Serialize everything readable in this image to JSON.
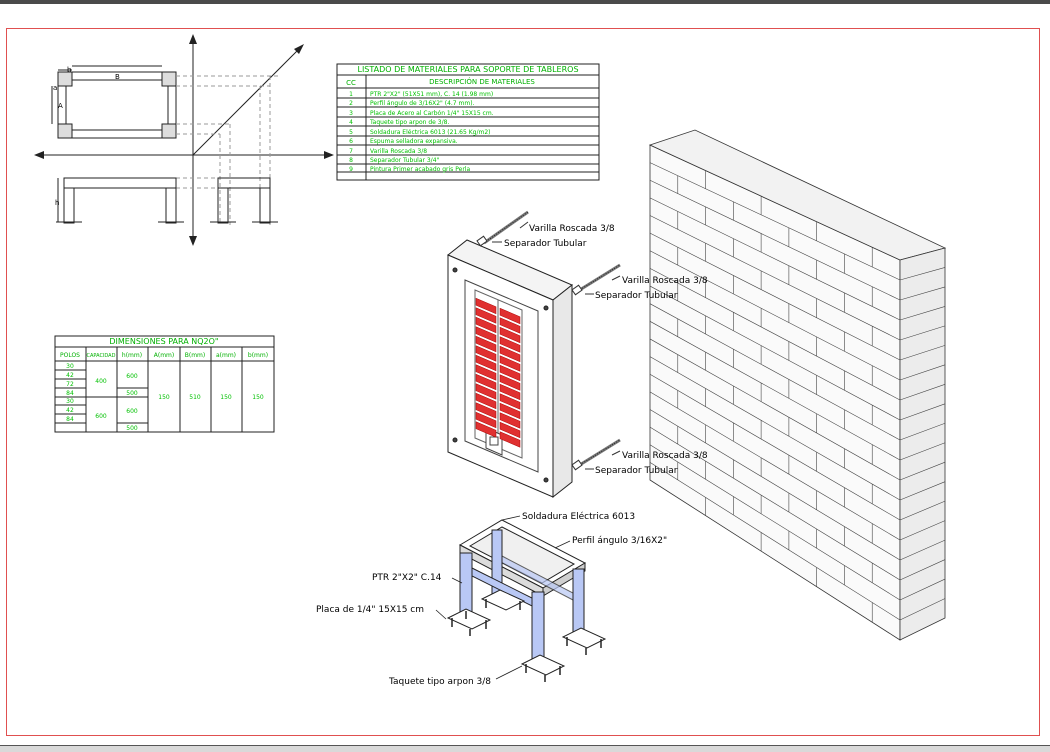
{
  "colors": {
    "line": "#222222",
    "table_text": "#00b000",
    "breaker": "#e03030",
    "border": "#e05050",
    "column": "#b9c8f5"
  },
  "elevation": {
    "label_b": "b",
    "label_B": "B",
    "label_a": "a",
    "label_A": "A",
    "label_h": "h"
  },
  "materials": {
    "title": "LISTADO DE MATERIALES PARA SOPORTE DE TABLEROS",
    "col_cc": "CC",
    "col_desc": "DESCRIPCIÓN DE MATERIALES",
    "rows": [
      {
        "cc": "1",
        "desc": "PTR 2\"X2\" (51X51 mm), C. 14 (1.98 mm)"
      },
      {
        "cc": "2",
        "desc": "Perfil ángulo de 3/16X2\" (4.7 mm)."
      },
      {
        "cc": "3",
        "desc": "Placa de Acero al Carbón 1/4\" 15X15 cm."
      },
      {
        "cc": "4",
        "desc": "Taquete tipo arpon de 3/8."
      },
      {
        "cc": "5",
        "desc": "Soldadura Eléctrica 6013 (21.65 Kg/m2)"
      },
      {
        "cc": "6",
        "desc": "Espuma selladora expansiva."
      },
      {
        "cc": "7",
        "desc": "Varilla Roscada 3/8"
      },
      {
        "cc": "8",
        "desc": "Separador Tubular 3/4\""
      },
      {
        "cc": "9",
        "desc": "Pintura Primer acabado gris Perla"
      }
    ]
  },
  "dimensions": {
    "title": "DIMENSIONES PARA NQ2O\"",
    "headers": [
      "POLOS",
      "CAPACIDAD",
      "h(mm)",
      "A(mm)",
      "B(mm)",
      "a(mm)",
      "b(mm)"
    ],
    "polos": [
      "30",
      "42",
      "72",
      "84",
      "30",
      "42",
      "84"
    ],
    "capacidad": [
      "400",
      "600"
    ],
    "h": [
      "600",
      "500",
      "600",
      "500"
    ],
    "A": "150",
    "B": "510",
    "a": "150",
    "b": "150"
  },
  "labels": {
    "varilla_1": "Varilla Roscada 3/8",
    "separador_1": "Separador Tubular",
    "varilla_2": "Varilla Roscada 3/8",
    "separador_2": "Separador Tubular",
    "varilla_3": "Varilla Roscada 3/8",
    "separador_3": "Separador Tubular",
    "soldadura": "Soldadura Eléctrica 6013",
    "perfil": "Perfil ángulo 3/16X2\"",
    "ptr": "PTR 2\"X2\" C.14",
    "placa": "Placa de 1/4\" 15X15 cm",
    "taquete": "Taquete tipo arpon 3/8"
  }
}
